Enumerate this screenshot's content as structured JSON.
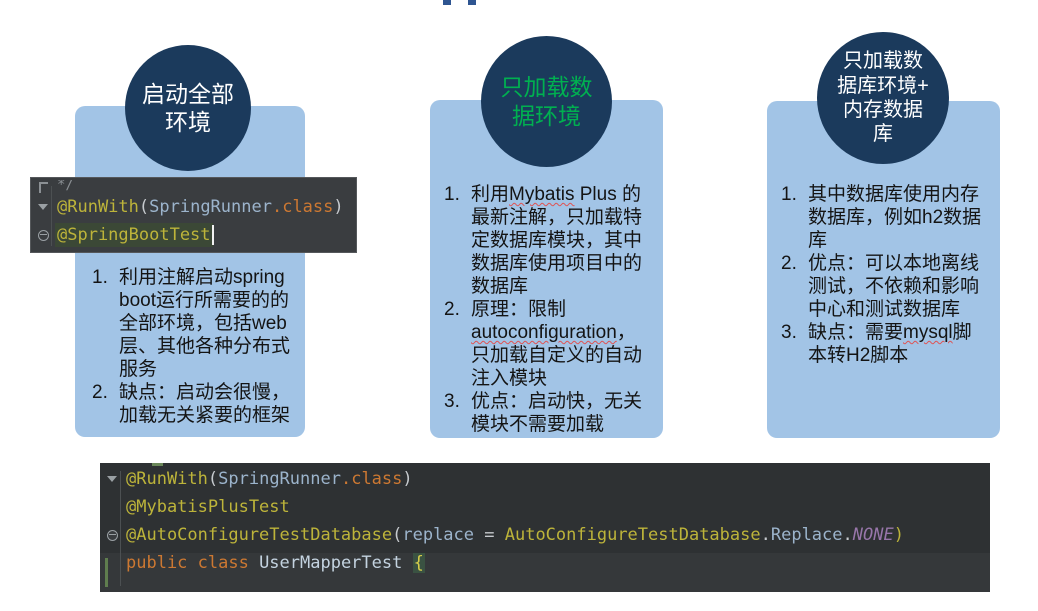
{
  "colors": {
    "card_blue": "#a2c4e6",
    "circle_navy": "#1b3a5c",
    "circle_text_green": "#00b050",
    "circle_text_white": "#ffffff",
    "code_bg_top": "#3a3d40",
    "code_bg_bottom": "#2e3133",
    "annotation_yellow": "#bdb43a",
    "class_blue": "#9cb4cc",
    "keyword_orange": "#cc7832",
    "constant_purple": "#9876aa",
    "spellcheck_red": "#e05252",
    "title_fragment_blue": "#2e5591"
  },
  "columns": [
    {
      "circle": {
        "label": "启动全部\n环境",
        "color": "#ffffff"
      },
      "items": [
        {
          "segments": [
            {
              "t": "利用注解启动spring boot运行所需要的的全部环境，包括web层、其他各种分布式服务"
            }
          ]
        },
        {
          "segments": [
            {
              "t": "缺点：启动会很慢，加载无关紧要的框架"
            }
          ]
        }
      ]
    },
    {
      "circle": {
        "label": "只加载数\n据环境",
        "color": "#00b050"
      },
      "items": [
        {
          "segments": [
            {
              "t": "利用"
            },
            {
              "t": "Mybatis",
              "u": true
            },
            {
              "t": " Plus 的最新注解，只加载特定数据库模块，其中数据库使用项目中的数据库"
            }
          ]
        },
        {
          "segments": [
            {
              "t": "原理：限制"
            },
            {
              "t": "autoconfiguration",
              "u": true
            },
            {
              "t": "，只加载自定义的自动注入模块"
            }
          ]
        },
        {
          "segments": [
            {
              "t": "优点：启动快，无关模块不需要加载"
            }
          ]
        }
      ]
    },
    {
      "circle": {
        "label": "只加载数\n据库环境+\n内存数据\n库",
        "color": "#ffffff"
      },
      "items": [
        {
          "segments": [
            {
              "t": "其中数据库使用内存数据库，例如h2数据库"
            }
          ]
        },
        {
          "segments": [
            {
              "t": "优点：可以本地离线测试，不依赖和影响中心和测试数据库"
            }
          ]
        },
        {
          "segments": [
            {
              "t": "缺点：需要"
            },
            {
              "t": "mysql",
              "u": true
            },
            {
              "t": "脚本转H2脚本"
            }
          ]
        }
      ]
    }
  ],
  "code_top": {
    "lines": [
      {
        "gutter": "corner",
        "partial": true,
        "tokens": [
          {
            "t": "*/",
            "c": "comment"
          }
        ]
      },
      {
        "gutter": "arrow",
        "tokens": [
          {
            "t": "@RunWith",
            "c": "ann"
          },
          {
            "t": "(",
            "c": "plain"
          },
          {
            "t": "SpringRunner",
            "c": "cls"
          },
          {
            "t": ".class",
            "c": "kw"
          },
          {
            "t": ")",
            "c": "plain"
          }
        ]
      },
      {
        "gutter": "end",
        "caret": true,
        "tokens": [
          {
            "t": "@SpringBootTest",
            "c": "ann",
            "hl": true
          }
        ]
      }
    ]
  },
  "code_bottom": {
    "lines": [
      {
        "gutter": "arrow",
        "tokens": [
          {
            "t": "@RunWith",
            "c": "ann"
          },
          {
            "t": "(",
            "c": "plain"
          },
          {
            "t": "SpringRunner",
            "c": "cls"
          },
          {
            "t": ".class",
            "c": "kw"
          },
          {
            "t": ")",
            "c": "plain"
          }
        ]
      },
      {
        "gutter": "none",
        "tokens": [
          {
            "t": "@MybatisPlusTest",
            "c": "ann"
          }
        ]
      },
      {
        "gutter": "end",
        "tokens": [
          {
            "t": "@AutoConfigureTestDatabase",
            "c": "ann"
          },
          {
            "t": "(",
            "c": "plain"
          },
          {
            "t": "replace",
            "c": "cls"
          },
          {
            "t": " = ",
            "c": "plain"
          },
          {
            "t": "AutoConfigureTestDatabase",
            "c": "ann"
          },
          {
            "t": ".",
            "c": "plain"
          },
          {
            "t": "Replace",
            "c": "cls"
          },
          {
            "t": ".",
            "c": "plain"
          },
          {
            "t": "NONE",
            "c": "const"
          },
          {
            "t": ")",
            "c": "ann"
          }
        ]
      },
      {
        "gutter": "none",
        "current": true,
        "tokens": [
          {
            "t": "public class ",
            "c": "kw"
          },
          {
            "t": "UserMapperTest ",
            "c": "decl"
          },
          {
            "t": "{",
            "c": "brace"
          }
        ]
      }
    ]
  }
}
